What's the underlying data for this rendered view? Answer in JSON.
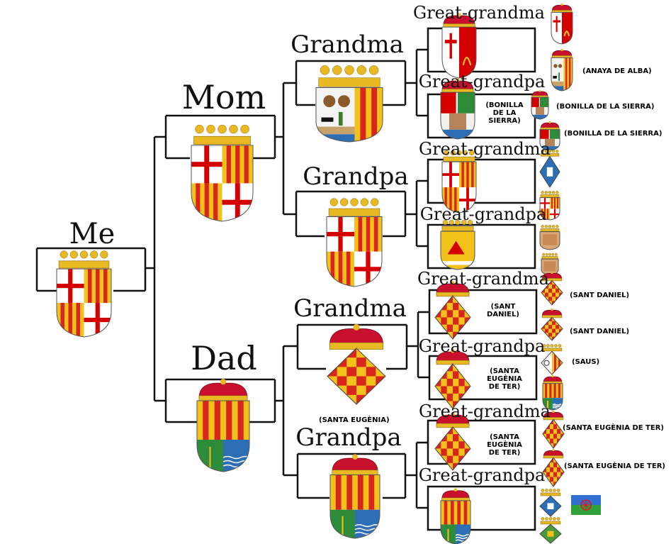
{
  "tree": {
    "me": "Me",
    "mom": "Mom",
    "dad": "Dad",
    "mom_grandma": "Grandma",
    "mom_grandpa": "Grandpa",
    "dad_grandma": "Grandma",
    "dad_grandpa": "Grandpa",
    "ggm_1": "Great-grandma",
    "ggp_1": "Great-grandpa",
    "ggm_2": "Great-grandma",
    "ggp_2": "Great-grandpa",
    "ggm_3": "Great-grandma",
    "ggp_3": "Great-grandpa",
    "ggm_4": "Great-grandma",
    "ggp_4": "Great-grandpa"
  },
  "notes": {
    "anaya": "(ANAYA DE ALBA)",
    "bonilla_box": "(BONILLA\nDE LA\nSIERRA)",
    "bonilla_1": "(BONILLA DE LA SIERRA)",
    "bonilla_2": "(BONILLA DE LA SIERRA)",
    "sant_daniel_box": "(SANT\nDANIEL)",
    "sant_daniel_1": "(SANT DANIEL)",
    "sant_daniel_2": "(SANT DANIEL)",
    "saus": "(SAUS)",
    "santa_eugenia_box_1": "(SANTA\nEUGÈNIA\nDE TER)",
    "santa_eugenia": "(SANTA EUGÈNIA)",
    "santa_eugenia_box_2": "(SANTA\nEUGÈNIA\nDE TER)",
    "santa_eugenia_ter_1": "(SANTA EUGÈNIA DE TER)",
    "santa_eugenia_ter_2": "(SANTA EUGÈNIA DE TER)"
  },
  "colors": {
    "senyera_red": "#d9261c",
    "senyera_gold": "#f2c21b",
    "cross_red": "#d40000",
    "crown_gold": "#e8b923",
    "crown_red": "#c8102e",
    "green": "#2e8b3a",
    "blue": "#2d6fb7",
    "line": "#111111"
  }
}
